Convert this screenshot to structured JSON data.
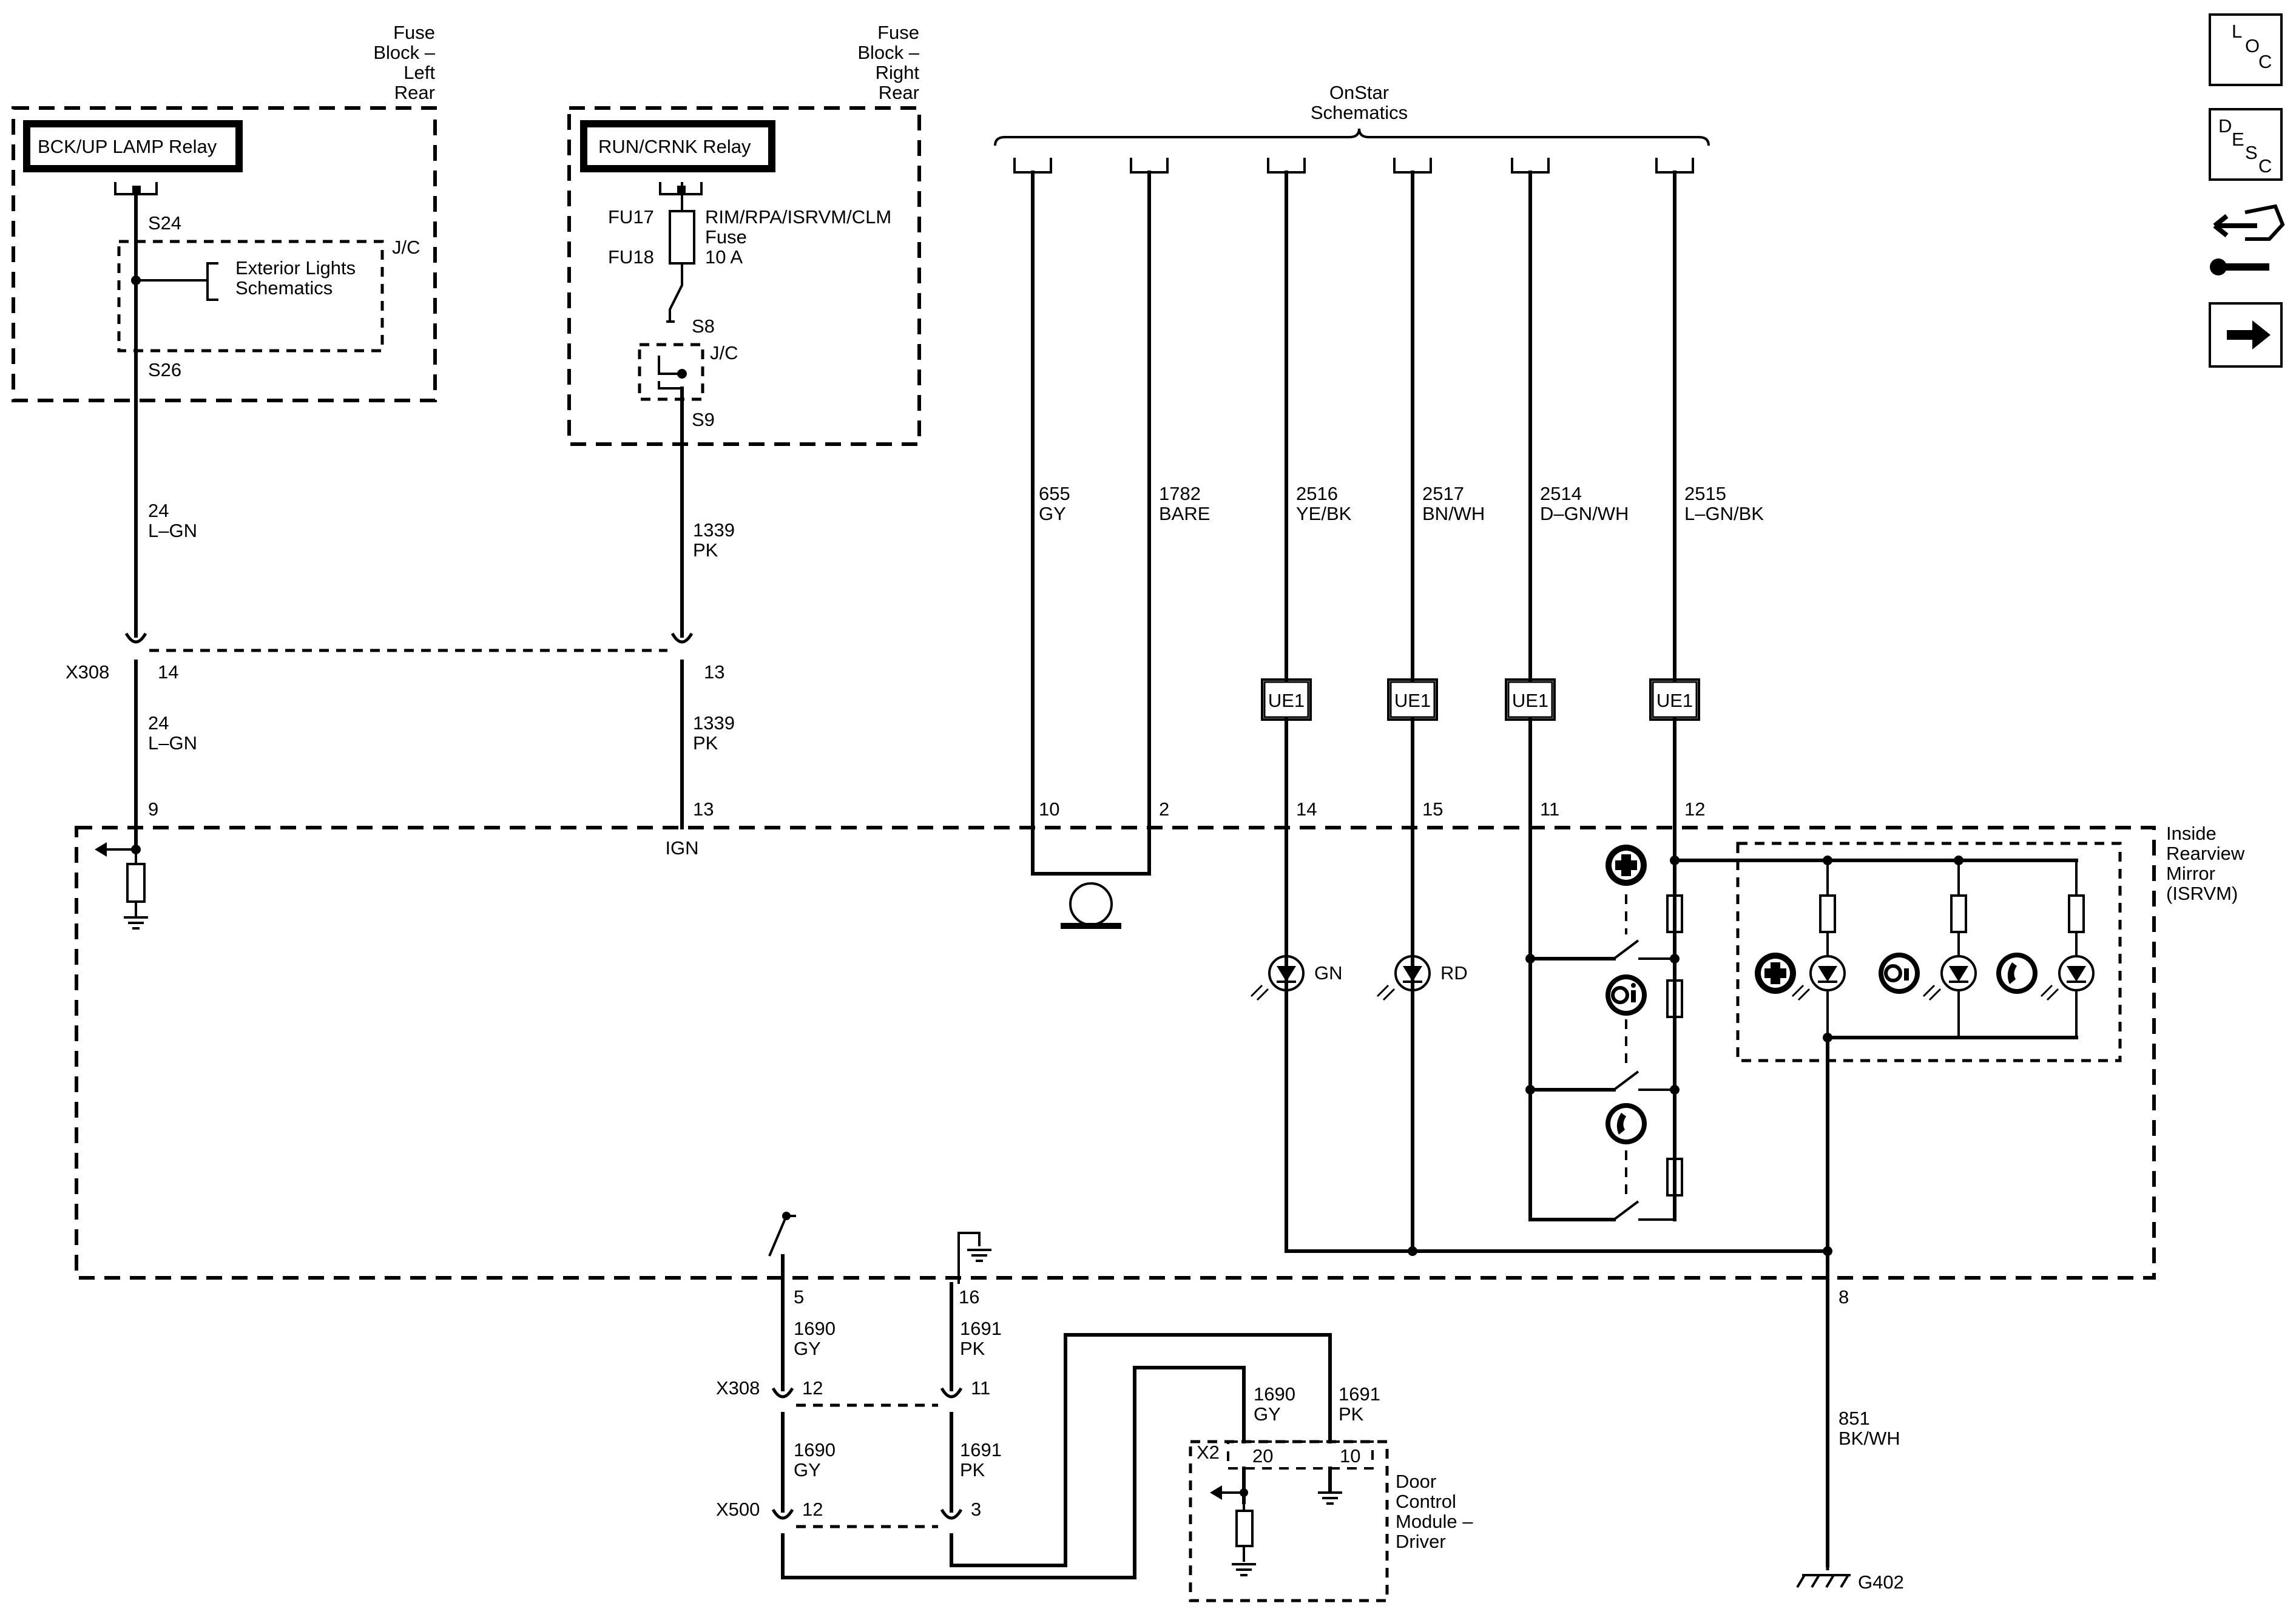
{
  "fuse_block_left": {
    "line1": "Fuse",
    "line2": "Block –",
    "line3": "Left",
    "line4": "Rear"
  },
  "fuse_block_right": {
    "line1": "Fuse",
    "line2": "Block –",
    "line3": "Right",
    "line4": "Rear"
  },
  "bck_relay": "BCK/UP LAMP Relay",
  "run_relay": "RUN/CRNK Relay",
  "left_block": {
    "s24": "S24",
    "s26": "S26",
    "jc": "J/C",
    "ext1": "Exterior Lights",
    "ext2": "Schematics"
  },
  "right_block": {
    "fu17": "FU17",
    "fu18": "FU18",
    "fuse_name": "RIM/RPA/ISRVM/CLM",
    "fuse_word": "Fuse",
    "fuse_amp": "10 A",
    "s8": "S8",
    "jc": "J/C",
    "s9": "S9"
  },
  "onstar": {
    "line1": "OnStar",
    "line2": "Schematics"
  },
  "wires": {
    "w24_a": {
      "num": "24",
      "color": "L–GN"
    },
    "w1339_a": {
      "num": "1339",
      "color": "PK"
    },
    "w24_b": {
      "num": "24",
      "color": "L–GN"
    },
    "w1339_b": {
      "num": "1339",
      "color": "PK"
    },
    "w655": {
      "num": "655",
      "color": "GY"
    },
    "w1782": {
      "num": "1782",
      "color": "BARE"
    },
    "w2516": {
      "num": "2516",
      "color": "YE/BK"
    },
    "w2517": {
      "num": "2517",
      "color": "BN/WH"
    },
    "w2514": {
      "num": "2514",
      "color": "D–GN/WH"
    },
    "w2515": {
      "num": "2515",
      "color": "L–GN/BK"
    },
    "w1690_a": {
      "num": "1690",
      "color": "GY"
    },
    "w1691_a": {
      "num": "1691",
      "color": "PK"
    },
    "w1690_b": {
      "num": "1690",
      "color": "GY"
    },
    "w1691_b": {
      "num": "1691",
      "color": "PK"
    },
    "w1690_c": {
      "num": "1690",
      "color": "GY"
    },
    "w1691_c": {
      "num": "1691",
      "color": "PK"
    },
    "w851": {
      "num": "851",
      "color": "BK/WH"
    }
  },
  "connectors": {
    "x308": "X308",
    "x308_p14": "14",
    "x308_p13": "13",
    "x308_lower": "X308",
    "x308_p12": "12",
    "x308_p11": "11",
    "x500": "X500",
    "x500_p12": "12",
    "x500_p3": "3",
    "x2": "X2",
    "x2_p20": "20",
    "x2_p10": "10"
  },
  "ue1": "UE1",
  "mirror": {
    "line1": "Inside",
    "line2": "Rearview",
    "line3": "Mirror",
    "line4": "(ISRVM)",
    "pins": {
      "p9": "9",
      "p13": "13",
      "p10": "10",
      "p2": "2",
      "p14": "14",
      "p15": "15",
      "p11": "11",
      "p12": "12",
      "p5": "5",
      "p16": "16",
      "p8": "8"
    },
    "ign": "IGN",
    "led_gn": "GN",
    "led_rd": "RD"
  },
  "door_module": {
    "line1": "Door",
    "line2": "Control",
    "line3": "Module –",
    "line4": "Driver"
  },
  "ground": "G402",
  "nav": {
    "loc": [
      "L",
      "O",
      "C"
    ],
    "desc": [
      "D",
      "E",
      "S",
      "C"
    ]
  }
}
